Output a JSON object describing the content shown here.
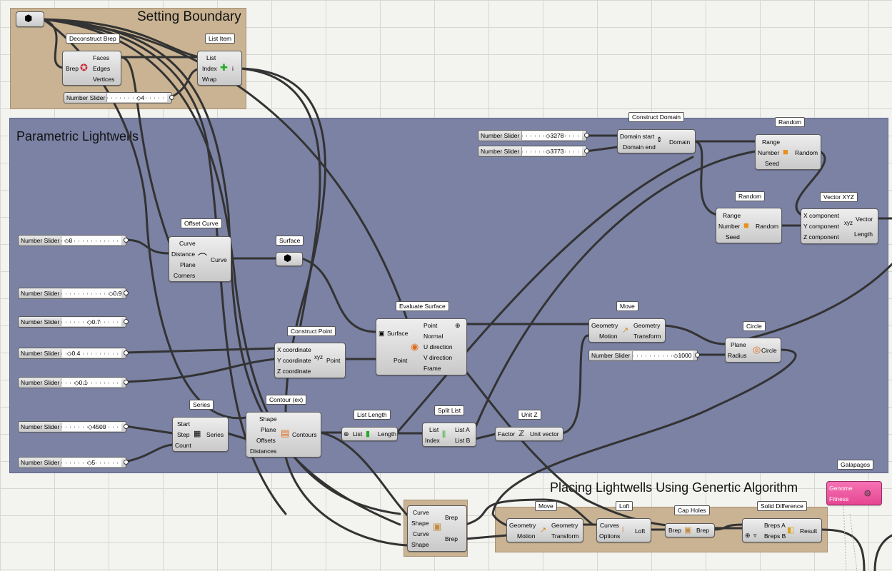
{
  "groups": {
    "setting_boundary": "Setting Boundary",
    "parametric_lightwells": "Parametric Lightwells",
    "placing_lightwells": "Placing Lightwells Using Genertic Algorithm"
  },
  "labels": {
    "deconstruct_brep": "Deconstruct Brep",
    "list_item": "List Item",
    "construct_domain": "Construct Domain",
    "random1": "Random",
    "random2": "Random",
    "vector_xyz": "Vector XYZ",
    "offset_curve": "Offset Curve",
    "surface": "Surface",
    "evaluate_surface": "Evaluate Surface",
    "move1": "Move",
    "circle": "Circle",
    "construct_point": "Construct Point",
    "series": "Series",
    "contour": "Contour (ex)",
    "list_length": "List Length",
    "split_list": "Split List",
    "unit_z": "Unit Z",
    "galapagos": "Galapagos",
    "move2": "Move",
    "loft": "Loft",
    "cap_holes": "Cap Holes",
    "solid_difference": "Solid Difference"
  },
  "sliders": [
    {
      "label": "Number Slider",
      "value": "4"
    },
    {
      "label": "Number Slider",
      "value": "3278"
    },
    {
      "label": "Number Slider",
      "value": "3773"
    },
    {
      "label": "Number Slider",
      "value": "0"
    },
    {
      "label": "Number Slider",
      "value": "0.9"
    },
    {
      "label": "Number Slider",
      "value": "0.7"
    },
    {
      "label": "Number Slider",
      "value": "0.4"
    },
    {
      "label": "Number Slider",
      "value": "0.1"
    },
    {
      "label": "Number Slider",
      "value": "4500"
    },
    {
      "label": "Number Slider",
      "value": "5"
    },
    {
      "label": "Number Slider",
      "value": "1000"
    }
  ],
  "ports": {
    "brep": "Brep",
    "faces": "Faces",
    "edges": "Edges",
    "vertices": "Vertices",
    "list": "List",
    "index": "Index",
    "wrap": "Wrap",
    "i": "i",
    "domain_start": "Domain start",
    "domain_end": "Domain end",
    "domain": "Domain",
    "range": "Range",
    "number": "Number",
    "seed": "Seed",
    "random": "Random",
    "x_component": "X component",
    "y_component": "Y component",
    "z_component": "Z component",
    "vector": "Vector",
    "length": "Length",
    "curve": "Curve",
    "distance": "Distance",
    "plane": "Plane",
    "corners": "Corners",
    "surface": "Surface",
    "point": "Point",
    "normal": "Normal",
    "u_direction": "U direction",
    "v_direction": "V direction",
    "frame": "Frame",
    "geometry": "Geometry",
    "motion": "Motion",
    "transform": "Transform",
    "radius": "Radius",
    "circle": "Circle",
    "x_coordinate": "X coordinate",
    "y_coordinate": "Y coordinate",
    "z_coordinate": "Z coordinate",
    "start": "Start",
    "step": "Step",
    "count": "Count",
    "series": "Series",
    "shape": "Shape",
    "offsets": "Offsets",
    "distances": "Distances",
    "contours": "Contours",
    "list_a": "List A",
    "list_b": "List B",
    "factor": "Factor",
    "unit_vector": "Unit vector",
    "genome": "Genome",
    "fitness": "Fitness",
    "options": "Options",
    "loft": "Loft",
    "breps_a": "Breps A",
    "breps_b": "Breps B",
    "result": "Result"
  },
  "colors": {
    "canvas": "#f3f3f0",
    "group_tan": "#c9b393",
    "group_blue": "#7a81a3",
    "galapagos": "#ee5aa0"
  }
}
